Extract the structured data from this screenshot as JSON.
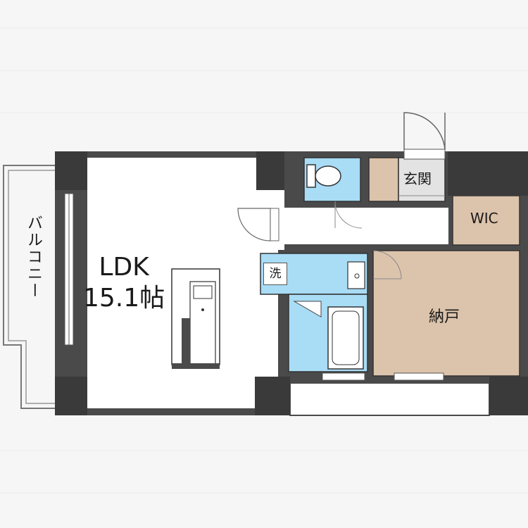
{
  "rooms": {
    "ldk": {
      "name": "LDK",
      "size": "15.1帖"
    },
    "balcony": "バルコニー",
    "entrance": "玄関",
    "wic": "WIC",
    "storage": "納戸",
    "washroom": "洗"
  },
  "colors": {
    "wall": "#4a4a4a",
    "floor": "#ffffff",
    "wet_area": "#a9dcf5",
    "storage_floor": "#dcc3ab",
    "entrance_floor": "#e3e3e3",
    "background": "#f6f6f6"
  }
}
